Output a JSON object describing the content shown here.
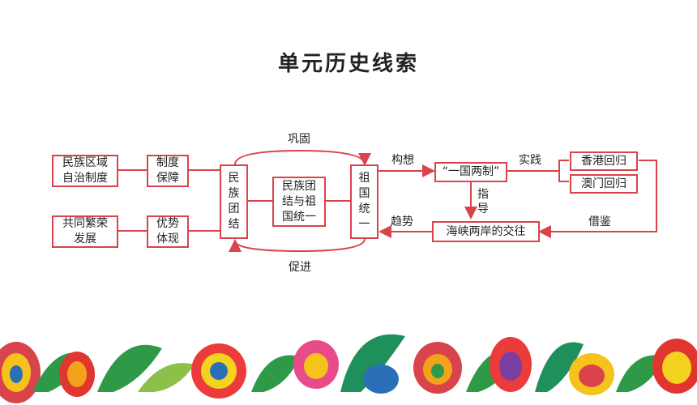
{
  "title": "单元历史线索",
  "boxes": {
    "autonomy": "民族区域\n自治制度",
    "guarantee": "制度\n保障",
    "prosperity": "共同繁荣\n发展",
    "advantage": "优势\n体现",
    "unity": "民\n族\n团\n结",
    "center": "民族团\n结与祖\n国统一",
    "reunification": "祖\n国\n统\n一",
    "one_country": "“一国两制”",
    "hongkong": "香港回归",
    "macau": "澳门回归",
    "cross_strait": "海峡两岸的交往"
  },
  "labels": {
    "consolidate": "巩固",
    "promote": "促进",
    "conceive": "构想",
    "practice": "实践",
    "guide": "指\n导",
    "reference": "借鉴",
    "trend": "趋势"
  },
  "colors": {
    "line": "#d9434b",
    "text": "#222222"
  }
}
